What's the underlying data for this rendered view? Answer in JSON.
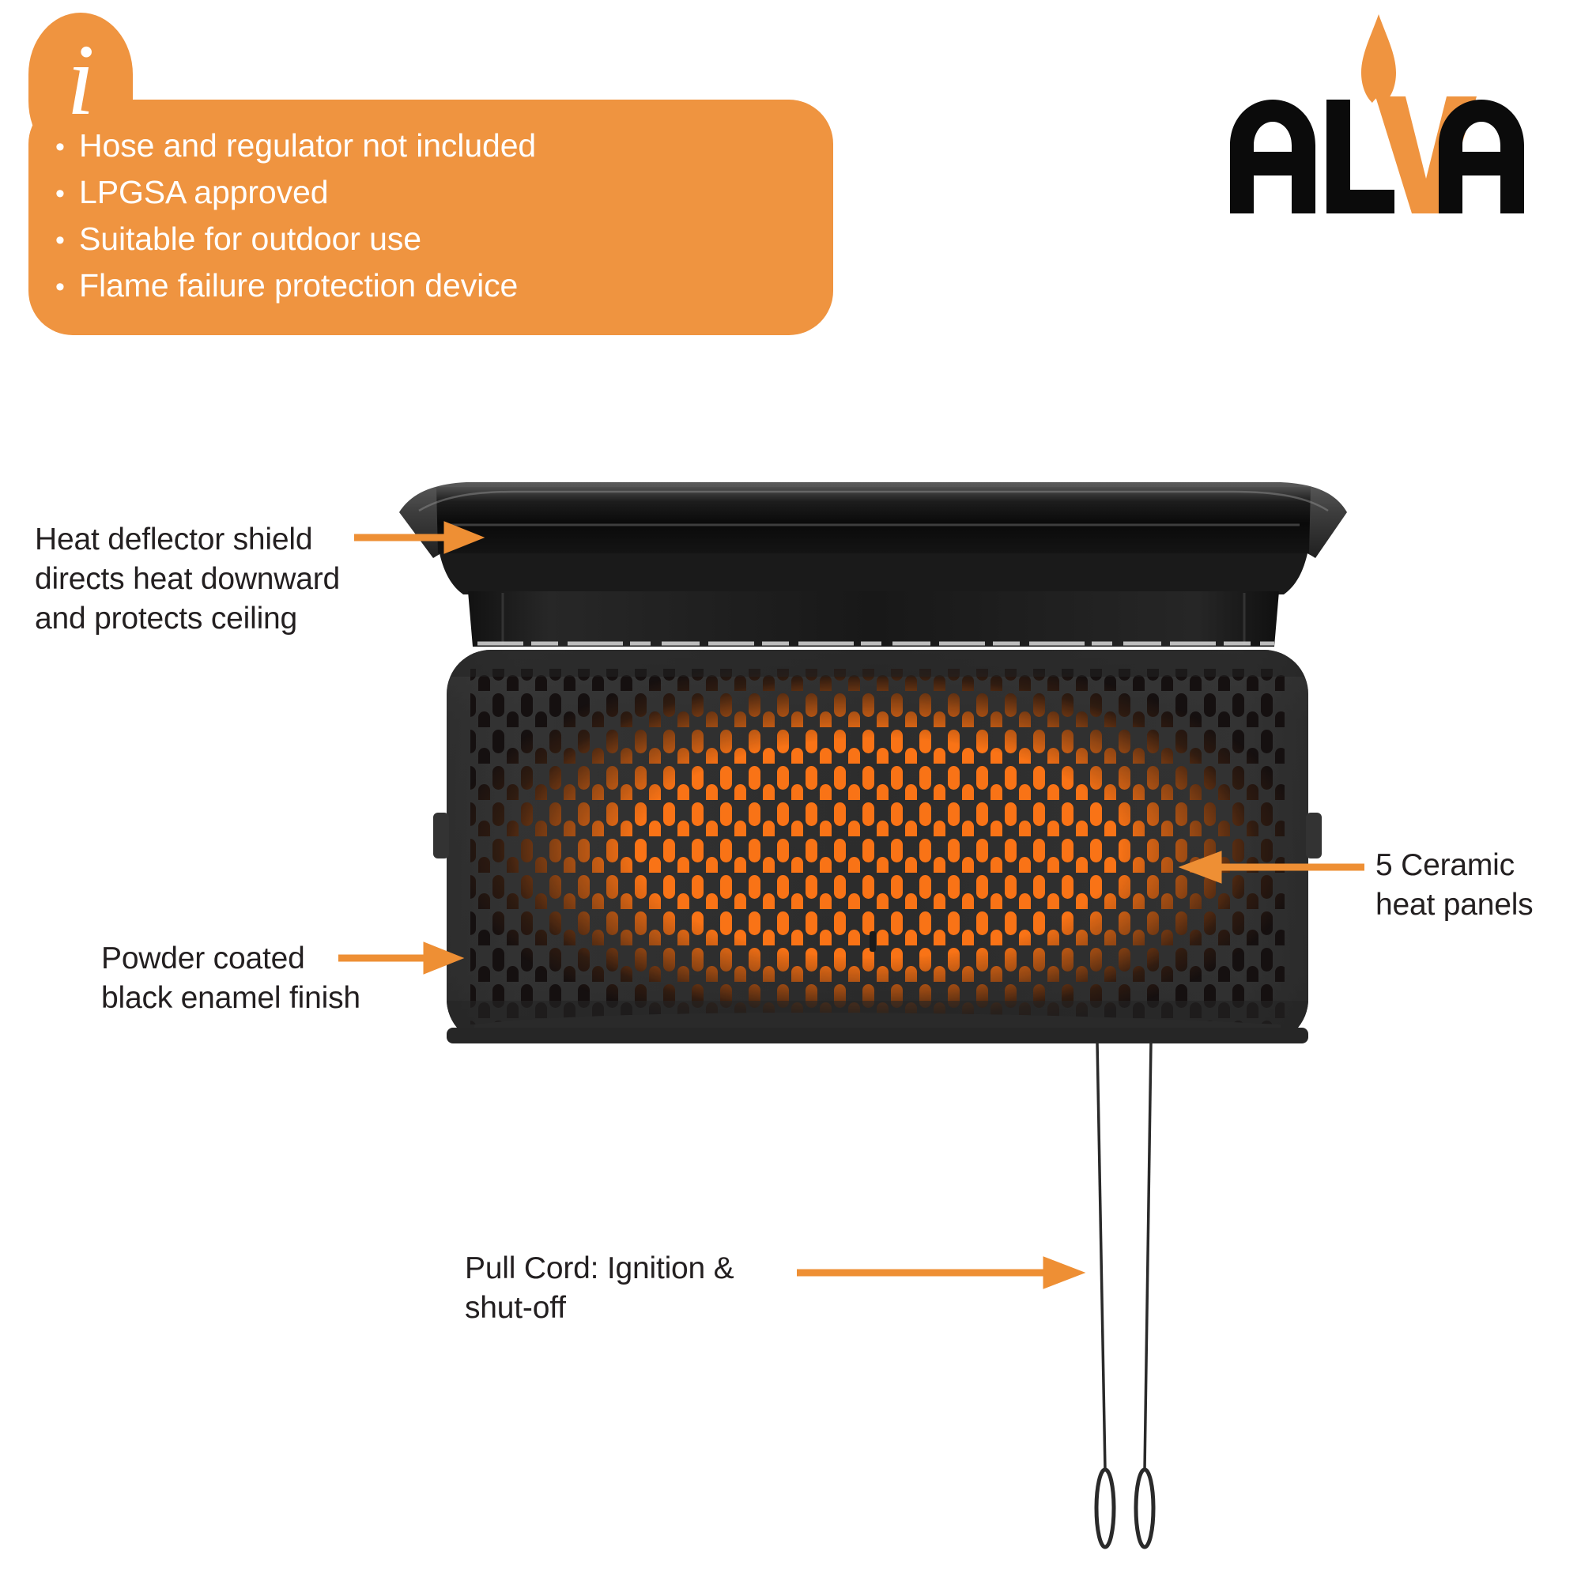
{
  "theme": {
    "orange": "#ef9440",
    "arrow_orange": "#ee8f34",
    "glow_orange": "#f97316",
    "text_dark": "#231f20",
    "body_black": "#2b2b2b",
    "shield_black": "#131313",
    "background": "#ffffff"
  },
  "info_callout": {
    "icon": "info-icon",
    "icon_glyph": "i",
    "bullet_char": "•",
    "items": [
      "Hose and regulator not included",
      "LPGSA approved",
      "Suitable for outdoor use",
      "Flame failure protection device"
    ]
  },
  "brand": {
    "name": "ALVA",
    "letters_black_left": "AL",
    "letter_accent": "V",
    "letter_black_right": "A",
    "flame_icon": "flame-icon"
  },
  "callouts": [
    {
      "id": "heat-deflector",
      "text": "Heat deflector shield\ndirects heat downward\nand protects ceiling",
      "arrow_direction": "right"
    },
    {
      "id": "powder-coated",
      "text": "Powder coated\nblack enamel finish",
      "arrow_direction": "right"
    },
    {
      "id": "ceramic-panels",
      "text": "5 Ceramic\nheat panels",
      "arrow_direction": "left"
    },
    {
      "id": "pull-cord",
      "text": "Pull Cord: Ignition &\nshut-off",
      "arrow_direction": "right"
    }
  ],
  "product": {
    "name": "ceiling-mounted gas patio heater",
    "parts": [
      "heat-deflector-shield",
      "heater-body",
      "perforated-grille",
      "ceramic-heat-panels",
      "pull-cord-left",
      "pull-cord-right"
    ],
    "ceramic_panel_count": 5,
    "pull_cord_count": 2
  }
}
